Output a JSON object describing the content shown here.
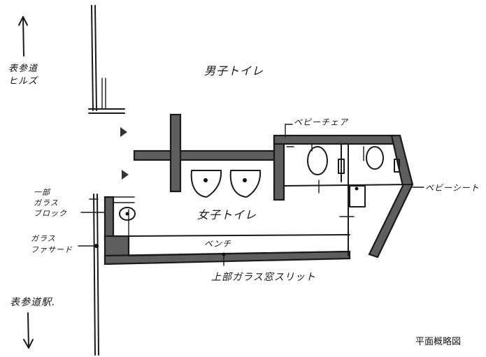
{
  "labels": {
    "omotesando_hills": "表参道\nヒルズ",
    "mens_toilet": "男子トイレ",
    "bidet_chair": "ベビーチェア",
    "bidet_sheet": "ベビーシート",
    "glass_block": "一部\nガラス\nブロック",
    "womens_toilet": "女子トイレ",
    "glass_facade": "ガラス\nファサード",
    "bench": "ベンチ",
    "upper_glass_slit": "上部ガラス窓スリット",
    "omotesando_station": "表参道駅.",
    "caption": "平面概略図"
  },
  "icons": {
    "arrow_up": "arrow-up-icon",
    "arrow_down": "arrow-down-icon",
    "entrance_markers": "triangle-marker-icon"
  },
  "colors": {
    "wall_fill": "#5e5e5e",
    "ink": "#1a1a1a",
    "background": "#ffffff"
  }
}
